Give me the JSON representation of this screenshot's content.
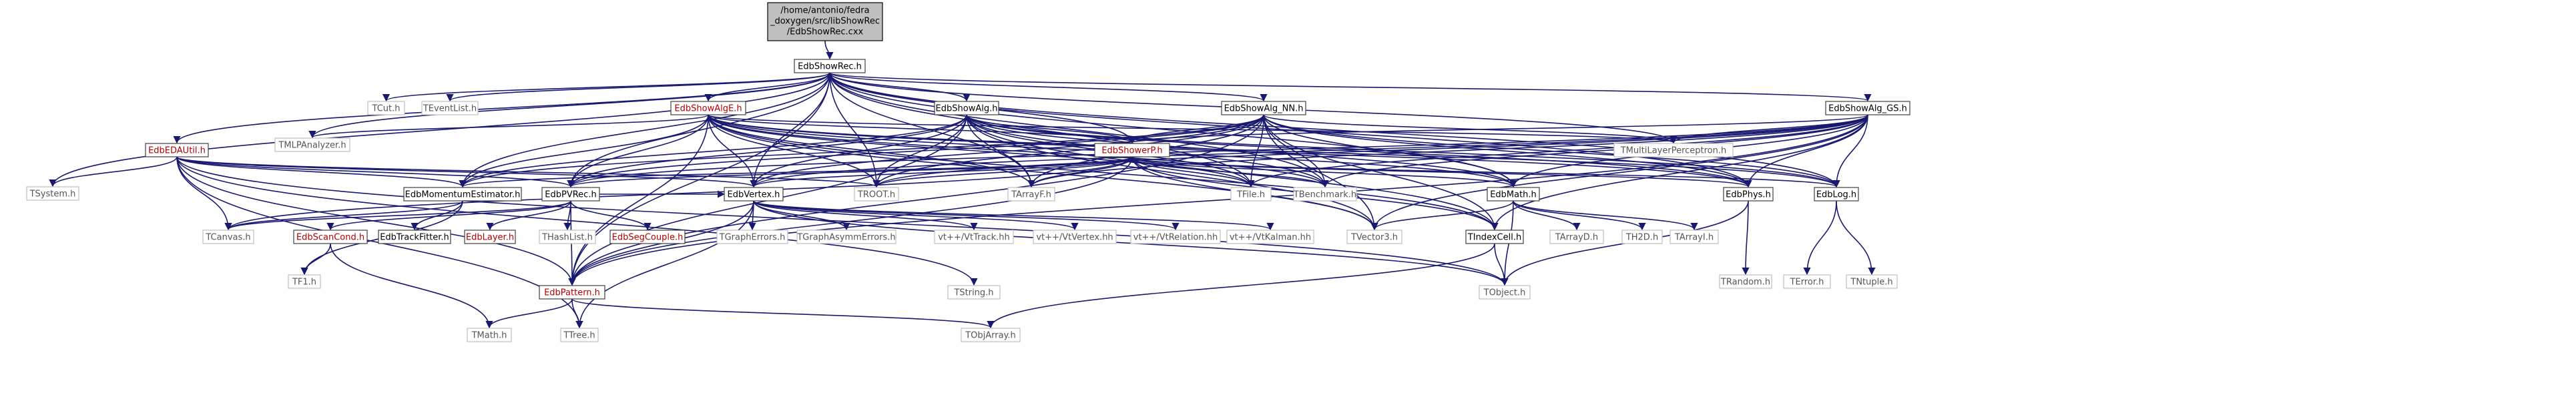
{
  "diagram": {
    "type": "include-dependency-graph",
    "root": {
      "lines": [
        "/home/antonio/fedra",
        "_doxygen/src/libShowRec",
        "/EdbShowRec.cxx"
      ]
    },
    "nodes": [
      {
        "id": "showrec",
        "label": "EdbShowRec.h",
        "style": "linked"
      },
      {
        "id": "tcut",
        "label": "TCut.h",
        "style": "external"
      },
      {
        "id": "teventlist",
        "label": "TEventList.h",
        "style": "external"
      },
      {
        "id": "edbshowalge",
        "label": "EdbShowAlgE.h",
        "style": "red"
      },
      {
        "id": "edbshowalg",
        "label": "EdbShowAlg.h",
        "style": "linked"
      },
      {
        "id": "edbshowalgnn",
        "label": "EdbShowAlg_NN.h",
        "style": "linked"
      },
      {
        "id": "edbshowalggs",
        "label": "EdbShowAlg_GS.h",
        "style": "linked"
      },
      {
        "id": "edbedautil",
        "label": "EdbEDAUtil.h",
        "style": "red"
      },
      {
        "id": "tmlpanalyzer",
        "label": "TMLPAnalyzer.h",
        "style": "external"
      },
      {
        "id": "edbshowerp",
        "label": "EdbShowerP.h",
        "style": "red"
      },
      {
        "id": "tmultilayer",
        "label": "TMultiLayerPerceptron.h",
        "style": "external"
      },
      {
        "id": "tsystem",
        "label": "TSystem.h",
        "style": "external"
      },
      {
        "id": "edbmomentum",
        "label": "EdbMomentumEstimator.h",
        "style": "linked"
      },
      {
        "id": "edbpvrec",
        "label": "EdbPVRec.h",
        "style": "linked"
      },
      {
        "id": "troot",
        "label": "TROOT.h",
        "style": "external"
      },
      {
        "id": "edbvertex",
        "label": "EdbVertex.h",
        "style": "linked"
      },
      {
        "id": "tarrayf",
        "label": "TArrayF.h",
        "style": "external"
      },
      {
        "id": "tfile",
        "label": "TFile.h",
        "style": "external"
      },
      {
        "id": "tbenchmark",
        "label": "TBenchmark.h",
        "style": "external"
      },
      {
        "id": "edbmath",
        "label": "EdbMath.h",
        "style": "linked"
      },
      {
        "id": "edbphys",
        "label": "EdbPhys.h",
        "style": "linked"
      },
      {
        "id": "edblog",
        "label": "EdbLog.h",
        "style": "linked"
      },
      {
        "id": "tcanvas",
        "label": "TCanvas.h",
        "style": "external"
      },
      {
        "id": "edbscancond",
        "label": "EdbScanCond.h",
        "style": "red"
      },
      {
        "id": "edbtrackfitter",
        "label": "EdbTrackFitter.h",
        "style": "linked"
      },
      {
        "id": "edblayer",
        "label": "EdbLayer.h",
        "style": "red"
      },
      {
        "id": "thashlist",
        "label": "THashList.h",
        "style": "external"
      },
      {
        "id": "edbsegcouple",
        "label": "EdbSegCouple.h",
        "style": "red"
      },
      {
        "id": "tgrapherrors",
        "label": "TGraphErrors.h",
        "style": "external"
      },
      {
        "id": "tgraphasym",
        "label": "TGraphAsymmErrors.h",
        "style": "external"
      },
      {
        "id": "vtrack",
        "label": "vt++/VtTrack.hh",
        "style": "external"
      },
      {
        "id": "vvertex",
        "label": "vt++/VtVertex.hh",
        "style": "external"
      },
      {
        "id": "vrelation",
        "label": "vt++/VtRelation.hh",
        "style": "external"
      },
      {
        "id": "vkalman",
        "label": "vt++/VtKalman.hh",
        "style": "external"
      },
      {
        "id": "tvector3",
        "label": "TVector3.h",
        "style": "external"
      },
      {
        "id": "tindexcell",
        "label": "TIndexCell.h",
        "style": "linked"
      },
      {
        "id": "tarrayd",
        "label": "TArrayD.h",
        "style": "external"
      },
      {
        "id": "th2d",
        "label": "TH2D.h",
        "style": "external"
      },
      {
        "id": "tarrayi",
        "label": "TArrayI.h",
        "style": "external"
      },
      {
        "id": "trandom",
        "label": "TRandom.h",
        "style": "external"
      },
      {
        "id": "terror",
        "label": "TError.h",
        "style": "external"
      },
      {
        "id": "tntuple",
        "label": "TNtuple.h",
        "style": "external"
      },
      {
        "id": "tf1",
        "label": "TF1.h",
        "style": "external"
      },
      {
        "id": "edbpattern",
        "label": "EdbPattern.h",
        "style": "red"
      },
      {
        "id": "tstring",
        "label": "TString.h",
        "style": "external"
      },
      {
        "id": "tobject",
        "label": "TObject.h",
        "style": "external"
      },
      {
        "id": "tmath",
        "label": "TMath.h",
        "style": "external"
      },
      {
        "id": "ttree",
        "label": "TTree.h",
        "style": "external"
      },
      {
        "id": "tobjarray",
        "label": "TObjArray.h",
        "style": "external"
      }
    ],
    "edges": [
      [
        "root",
        "showrec"
      ],
      [
        "showrec",
        "tcut"
      ],
      [
        "showrec",
        "teventlist"
      ],
      [
        "showrec",
        "edbshowalge"
      ],
      [
        "showrec",
        "edbshowalg"
      ],
      [
        "showrec",
        "edbshowalgnn"
      ],
      [
        "showrec",
        "edbshowalggs"
      ],
      [
        "showrec",
        "edbedautil"
      ],
      [
        "showrec",
        "tsystem"
      ],
      [
        "showrec",
        "tmlpanalyzer"
      ],
      [
        "showrec",
        "edbshowerp"
      ],
      [
        "showrec",
        "tmultilayer"
      ],
      [
        "showrec",
        "edbmomentum"
      ],
      [
        "showrec",
        "edbpvrec"
      ],
      [
        "showrec",
        "troot"
      ],
      [
        "showrec",
        "tarrayf"
      ],
      [
        "showrec",
        "tfile"
      ],
      [
        "showrec",
        "tbenchmark"
      ],
      [
        "showrec",
        "edbmath"
      ],
      [
        "showrec",
        "edbphys"
      ],
      [
        "showrec",
        "edblog"
      ],
      [
        "showrec",
        "edbpattern"
      ],
      [
        "showrec",
        "edbvertex"
      ],
      [
        "edbshowalge",
        "edbshowerp"
      ],
      [
        "edbshowalge",
        "tmlpanalyzer"
      ],
      [
        "edbshowalge",
        "tmultilayer"
      ],
      [
        "edbshowalge",
        "edbmomentum"
      ],
      [
        "edbshowalge",
        "edbpvrec"
      ],
      [
        "edbshowalge",
        "troot"
      ],
      [
        "edbshowalge",
        "edbvertex"
      ],
      [
        "edbshowalge",
        "tarrayf"
      ],
      [
        "edbshowalge",
        "tfile"
      ],
      [
        "edbshowalge",
        "tbenchmark"
      ],
      [
        "edbshowalge",
        "edbmath"
      ],
      [
        "edbshowalge",
        "edbphys"
      ],
      [
        "edbshowalge",
        "edblog"
      ],
      [
        "edbshowalge",
        "edbpattern"
      ],
      [
        "edbshowalge",
        "tvector3"
      ],
      [
        "edbshowalge",
        "tindexcell"
      ],
      [
        "edbshowalg",
        "edbshowerp"
      ],
      [
        "edbshowalg",
        "edbmomentum"
      ],
      [
        "edbshowalg",
        "edbpvrec"
      ],
      [
        "edbshowalg",
        "troot"
      ],
      [
        "edbshowalg",
        "edbvertex"
      ],
      [
        "edbshowalg",
        "tarrayf"
      ],
      [
        "edbshowalg",
        "tfile"
      ],
      [
        "edbshowalg",
        "tbenchmark"
      ],
      [
        "edbshowalg",
        "edbmath"
      ],
      [
        "edbshowalg",
        "edbphys"
      ],
      [
        "edbshowalg",
        "edblog"
      ],
      [
        "edbshowalg",
        "edbpattern"
      ],
      [
        "edbshowalg",
        "tvector3"
      ],
      [
        "edbshowalg",
        "tindexcell"
      ],
      [
        "edbshowalgnn",
        "edbshowerp"
      ],
      [
        "edbshowalgnn",
        "tmultilayer"
      ],
      [
        "edbshowalgnn",
        "edbmomentum"
      ],
      [
        "edbshowalgnn",
        "edbpvrec"
      ],
      [
        "edbshowalgnn",
        "troot"
      ],
      [
        "edbshowalgnn",
        "edbvertex"
      ],
      [
        "edbshowalgnn",
        "tarrayf"
      ],
      [
        "edbshowalgnn",
        "tfile"
      ],
      [
        "edbshowalgnn",
        "tbenchmark"
      ],
      [
        "edbshowalgnn",
        "edbmath"
      ],
      [
        "edbshowalgnn",
        "edbphys"
      ],
      [
        "edbshowalgnn",
        "edblog"
      ],
      [
        "edbshowalgnn",
        "tvector3"
      ],
      [
        "edbshowalgnn",
        "tindexcell"
      ],
      [
        "edbshowalgnn",
        "edbpattern"
      ],
      [
        "edbshowalggs",
        "edbshowerp"
      ],
      [
        "edbshowalggs",
        "tmultilayer"
      ],
      [
        "edbshowalggs",
        "edbpvrec"
      ],
      [
        "edbshowalggs",
        "troot"
      ],
      [
        "edbshowalggs",
        "edbvertex"
      ],
      [
        "edbshowalggs",
        "tarrayf"
      ],
      [
        "edbshowalggs",
        "tfile"
      ],
      [
        "edbshowalggs",
        "tbenchmark"
      ],
      [
        "edbshowalggs",
        "edbmath"
      ],
      [
        "edbshowalggs",
        "edbphys"
      ],
      [
        "edbshowalggs",
        "edblog"
      ],
      [
        "edbshowalggs",
        "tvector3"
      ],
      [
        "edbshowalggs",
        "tindexcell"
      ],
      [
        "edbshowalggs",
        "edbpattern"
      ],
      [
        "edbedautil",
        "tsystem"
      ],
      [
        "edbedautil",
        "edbmomentum"
      ],
      [
        "edbedautil",
        "edbpvrec"
      ],
      [
        "edbedautil",
        "troot"
      ],
      [
        "edbedautil",
        "edbvertex"
      ],
      [
        "edbedautil",
        "tcanvas"
      ],
      [
        "edbedautil",
        "edbpattern"
      ],
      [
        "edbedautil",
        "tobject"
      ],
      [
        "edbedautil",
        "ttree"
      ],
      [
        "edbedautil",
        "tstring"
      ],
      [
        "edbshowerp",
        "edbmomentum"
      ],
      [
        "edbshowerp",
        "edbpvrec"
      ],
      [
        "edbshowerp",
        "troot"
      ],
      [
        "edbshowerp",
        "edbvertex"
      ],
      [
        "edbshowerp",
        "tarrayf"
      ],
      [
        "edbshowerp",
        "tfile"
      ],
      [
        "edbshowerp",
        "tbenchmark"
      ],
      [
        "edbshowerp",
        "edbmath"
      ],
      [
        "edbshowerp",
        "edbphys"
      ],
      [
        "edbshowerp",
        "edblog"
      ],
      [
        "edbshowerp",
        "tvector3"
      ],
      [
        "edbshowerp",
        "tindexcell"
      ],
      [
        "edbshowerp",
        "edbpattern"
      ],
      [
        "edbshowerp",
        "tcanvas"
      ],
      [
        "edbmomentum",
        "tcanvas"
      ],
      [
        "edbmomentum",
        "edbtrackfitter"
      ],
      [
        "edbmomentum",
        "tf1"
      ],
      [
        "edbpvrec",
        "edbscancond"
      ],
      [
        "edbpvrec",
        "edblayer"
      ],
      [
        "edbpvrec",
        "thashlist"
      ],
      [
        "edbpvrec",
        "edbsegcouple"
      ],
      [
        "edbpvrec",
        "edbpattern"
      ],
      [
        "edbpvrec",
        "edbvertex"
      ],
      [
        "edbpvrec",
        "tcanvas"
      ],
      [
        "edbvertex",
        "tgrapherrors"
      ],
      [
        "edbvertex",
        "tgraphasym"
      ],
      [
        "edbvertex",
        "vtrack"
      ],
      [
        "edbvertex",
        "vvertex"
      ],
      [
        "edbvertex",
        "vrelation"
      ],
      [
        "edbvertex",
        "vkalman"
      ],
      [
        "edbvertex",
        "edbpattern"
      ],
      [
        "edbvertex",
        "ttree"
      ],
      [
        "edbvertex",
        "tobject"
      ],
      [
        "edbmath",
        "tarrayd"
      ],
      [
        "edbmath",
        "th2d"
      ],
      [
        "edbmath",
        "tarrayi"
      ],
      [
        "edbmath",
        "tobject"
      ],
      [
        "edbmath",
        "tvector3"
      ],
      [
        "edbphys",
        "trandom"
      ],
      [
        "edbphys",
        "tobject"
      ],
      [
        "edblog",
        "terror"
      ],
      [
        "edblog",
        "tntuple"
      ],
      [
        "edbscancond",
        "tf1"
      ],
      [
        "edbscancond",
        "tmath"
      ],
      [
        "tindexcell",
        "tobjarray"
      ],
      [
        "tindexcell",
        "tobject"
      ],
      [
        "edbpattern",
        "tmath"
      ],
      [
        "edbpattern",
        "ttree"
      ],
      [
        "edbpattern",
        "tobjarray"
      ]
    ]
  }
}
